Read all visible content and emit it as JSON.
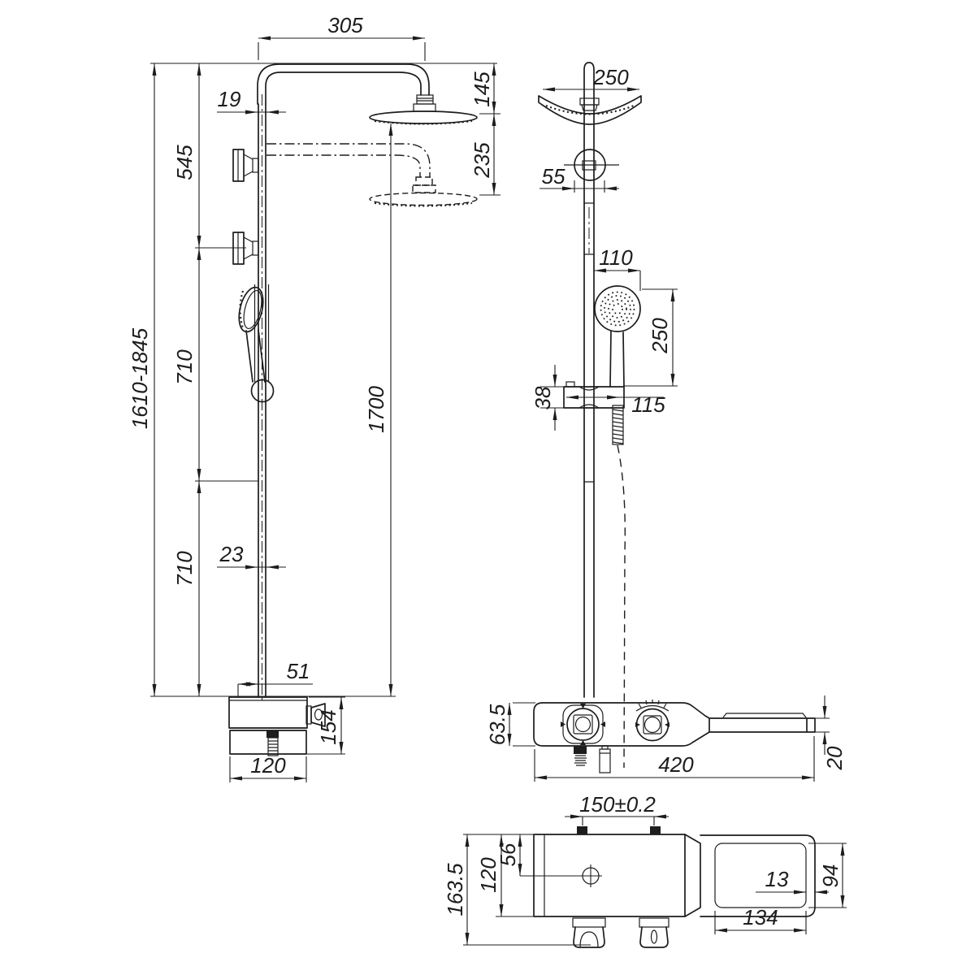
{
  "meta": {
    "description": "Thermostatic shower system installation drawing, three orthographic views"
  },
  "colors": {
    "background": "#ffffff",
    "line": "#1d1d1d"
  },
  "dimensions": {
    "front": {
      "arm_reach": "305",
      "pole_upper_diameter": "19",
      "head_to_ceiling": "145",
      "head_drop": "235",
      "upper_section": "545",
      "height_range": "1610-1845",
      "mid_section": "710",
      "lower_section": "710",
      "pole_height": "1700",
      "pole_lower_diameter": "23",
      "valve_offset": "51",
      "valve_height": "154",
      "valve_width": "120"
    },
    "side": {
      "head_diameter": "250",
      "bracket_diameter": "55",
      "handshower_offset": "110",
      "handshower_length": "250",
      "slider_height": "38",
      "hose_offset": "115",
      "valve_body_height": "63.5",
      "valve_length": "420",
      "shelf_thickness": "20"
    },
    "bottom": {
      "inlet_spacing": "150±0.2",
      "total_depth": "163.5",
      "body_depth": "120",
      "hole_offset": "56",
      "shelf_gap": "13",
      "shelf_depth": "94",
      "shelf_width": "134"
    }
  }
}
